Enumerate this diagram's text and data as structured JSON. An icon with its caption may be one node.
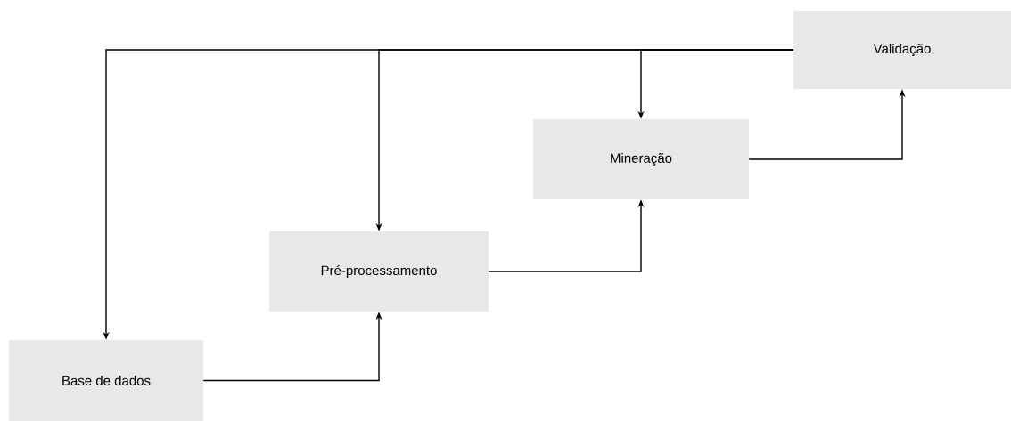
{
  "diagram": {
    "nodes": [
      {
        "text": [
          "Base de dados"
        ]
      },
      {
        "text": [
          "Pré-processamento"
        ]
      },
      {
        "text": [
          "Mineração"
        ]
      },
      {
        "text": [
          "Validação"
        ]
      }
    ],
    "edges": [
      {
        "from": 0,
        "to": 1,
        "arrow": "to"
      },
      {
        "from": 1,
        "to": 2,
        "arrow": "to"
      },
      {
        "from": 2,
        "to": 3,
        "arrow": "to"
      },
      {
        "from": 3,
        "to": 0,
        "arrow": "to"
      },
      {
        "from": 3,
        "to": 1,
        "arrow": "to"
      },
      {
        "from": 3,
        "to": 2,
        "arrow": "to"
      }
    ]
  }
}
